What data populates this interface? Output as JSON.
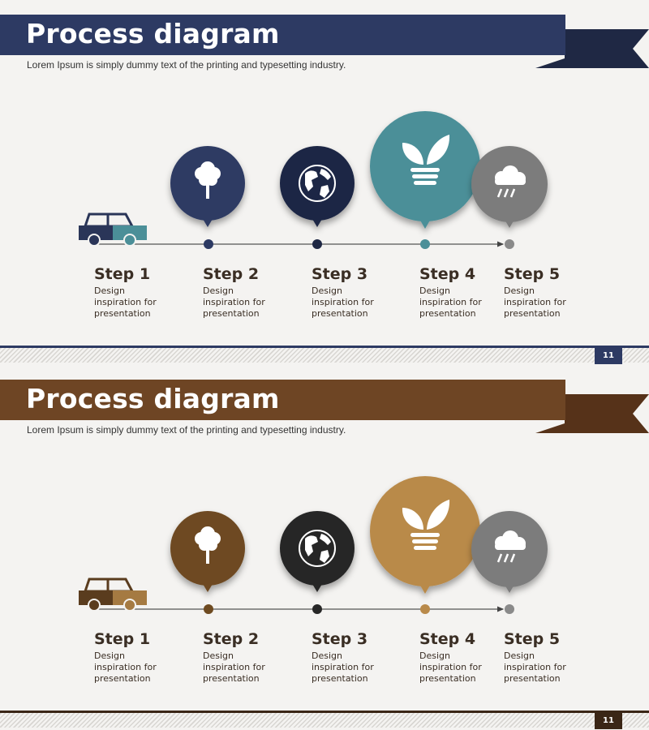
{
  "slides": [
    {
      "title": "Process diagram",
      "subtitle": "Lorem Ipsum is simply dummy text of the printing and typesetting industry.",
      "page_number": "11",
      "colors": {
        "banner": "#2d3a63",
        "banner_tail": "#1f2844",
        "rule": "#2d3a63",
        "page_badge": "#2d3a63",
        "car_body": "#2a3558",
        "car_accent": "#4b8f98",
        "circle1": "#2d3a63",
        "circle2": "#1f2844",
        "circle3": "#4b8f98",
        "circle4": "#7b7b7b",
        "dot1": "#2d3a63",
        "dot2": "#1f2844",
        "dot3": "#4b8f98",
        "dot4": "#8a8a8a"
      },
      "steps": [
        {
          "title": "Step 1",
          "desc": "Design inspiration for presentation"
        },
        {
          "title": "Step 2",
          "desc": "Design inspiration for presentation"
        },
        {
          "title": "Step 3",
          "desc": "Design inspiration for presentation"
        },
        {
          "title": "Step 4",
          "desc": "Design inspiration for presentation"
        },
        {
          "title": "Step 5",
          "desc": "Design inspiration for presentation"
        }
      ]
    },
    {
      "title": "Process diagram",
      "subtitle": "Lorem Ipsum is simply dummy text of the printing and typesetting industry.",
      "page_number": "11",
      "colors": {
        "banner": "#6e4524",
        "banner_tail": "#563219",
        "rule": "#3a2616",
        "page_badge": "#3a2616",
        "car_body": "#5a3c1e",
        "car_accent": "#a57a42",
        "circle1": "#6e4a20",
        "circle2": "#272727",
        "circle3": "#b98a4a",
        "circle4": "#7b7b7b",
        "dot1": "#6e4a20",
        "dot2": "#272727",
        "dot3": "#b98a4a",
        "dot4": "#8a8a8a"
      },
      "steps": [
        {
          "title": "Step 1",
          "desc": "Design inspiration for presentation"
        },
        {
          "title": "Step 2",
          "desc": "Design inspiration for presentation"
        },
        {
          "title": "Step 3",
          "desc": "Design inspiration for presentation"
        },
        {
          "title": "Step 4",
          "desc": "Design inspiration for presentation"
        },
        {
          "title": "Step 5",
          "desc": "Design inspiration for presentation"
        }
      ]
    }
  ],
  "icons": {
    "car": "car-icon",
    "tree": "tree-icon",
    "globe": "globe-icon",
    "bulb": "leaf-bulb-icon",
    "cloud": "rain-cloud-icon"
  }
}
